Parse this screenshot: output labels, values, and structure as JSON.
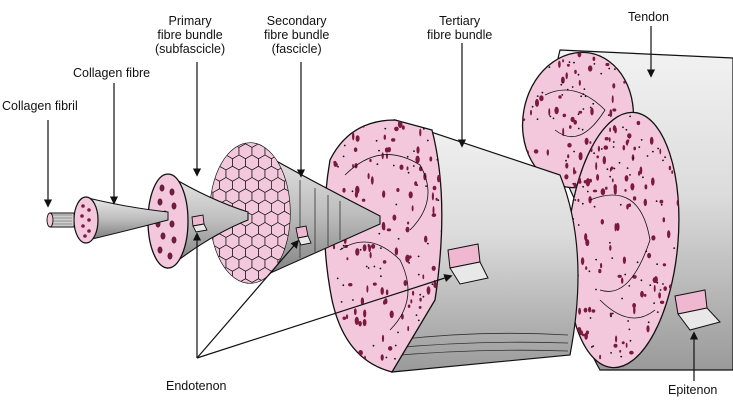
{
  "labels": {
    "collagen_fibril": "Collagen fibril",
    "collagen_fibre": "Collagen fibre",
    "primary": [
      "Primary",
      "fibre bundle",
      "(subfascicle)"
    ],
    "secondary": [
      "Secondary",
      "fibre bundle",
      "(fascicle)"
    ],
    "tertiary": [
      "Tertiary",
      "fibre bundle"
    ],
    "tendon": "Tendon",
    "endotenon": "Endotenon",
    "epitenon": "Epitenon"
  },
  "colors": {
    "fascicle_pink": "#f4c8dc",
    "fibre_dot": "#7a1a3c",
    "outline": "#111111",
    "sheath_gray": "#d4d4d4"
  }
}
